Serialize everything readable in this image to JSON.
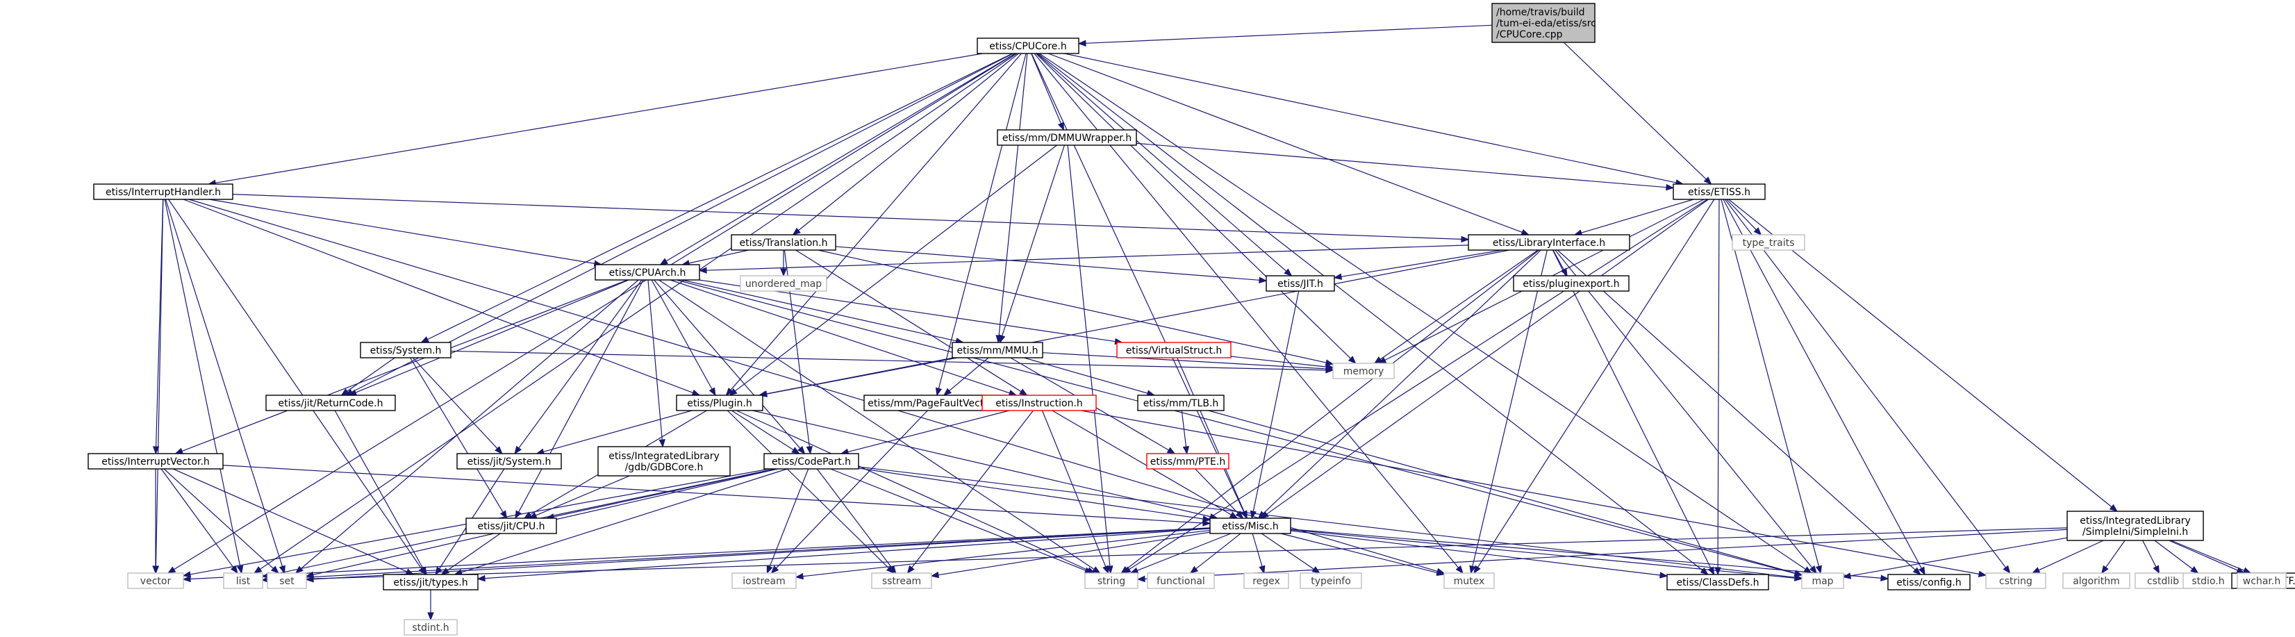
{
  "colors": {
    "edge": "#191970",
    "border_default": "#000000",
    "border_undocumented": "#ff0000",
    "border_system": "#bfbfbf",
    "fill_root": "#bfbfbf",
    "fill_default": "#ffffff",
    "text_default": "#000000",
    "text_system": "#404040"
  },
  "nodes": [
    {
      "id": "root",
      "lines": [
        "/home/travis/build",
        "/tum-ei-eda/etiss/src",
        "/CPUCore.cpp"
      ],
      "kind": "root"
    },
    {
      "id": "cpucore",
      "lines": [
        "etiss/CPUCore.h"
      ],
      "kind": "doc"
    },
    {
      "id": "dmmu",
      "lines": [
        "etiss/mm/DMMUWrapper.h"
      ],
      "kind": "doc"
    },
    {
      "id": "ih",
      "lines": [
        "etiss/InterruptHandler.h"
      ],
      "kind": "doc"
    },
    {
      "id": "etissh",
      "lines": [
        "etiss/ETISS.h"
      ],
      "kind": "doc"
    },
    {
      "id": "libif",
      "lines": [
        "etiss/LibraryInterface.h"
      ],
      "kind": "doc"
    },
    {
      "id": "typetraits",
      "lines": [
        "type_traits"
      ],
      "kind": "system"
    },
    {
      "id": "trans",
      "lines": [
        "etiss/Translation.h"
      ],
      "kind": "doc"
    },
    {
      "id": "unmap",
      "lines": [
        "unordered_map"
      ],
      "kind": "system"
    },
    {
      "id": "jit",
      "lines": [
        "etiss/JIT.h"
      ],
      "kind": "doc"
    },
    {
      "id": "pluginexport",
      "lines": [
        "etiss/pluginexport.h"
      ],
      "kind": "doc"
    },
    {
      "id": "cpuarch",
      "lines": [
        "etiss/CPUArch.h"
      ],
      "kind": "doc"
    },
    {
      "id": "system",
      "lines": [
        "etiss/System.h"
      ],
      "kind": "doc"
    },
    {
      "id": "mmu",
      "lines": [
        "etiss/mm/MMU.h"
      ],
      "kind": "doc"
    },
    {
      "id": "vstruct",
      "lines": [
        "etiss/VirtualStruct.h"
      ],
      "kind": "undoc"
    },
    {
      "id": "memory",
      "lines": [
        "memory"
      ],
      "kind": "system"
    },
    {
      "id": "retcode",
      "lines": [
        "etiss/jit/ReturnCode.h"
      ],
      "kind": "doc"
    },
    {
      "id": "plugin",
      "lines": [
        "etiss/Plugin.h"
      ],
      "kind": "doc"
    },
    {
      "id": "pfv",
      "lines": [
        "etiss/mm/PageFaultVector.h"
      ],
      "kind": "doc"
    },
    {
      "id": "instr",
      "lines": [
        "etiss/Instruction.h"
      ],
      "kind": "undoc"
    },
    {
      "id": "tlb",
      "lines": [
        "etiss/mm/TLB.h"
      ],
      "kind": "doc"
    },
    {
      "id": "iv",
      "lines": [
        "etiss/InterruptVector.h"
      ],
      "kind": "doc"
    },
    {
      "id": "jitsys",
      "lines": [
        "etiss/jit/System.h"
      ],
      "kind": "doc"
    },
    {
      "id": "gdbcore",
      "lines": [
        "etiss/IntegratedLibrary",
        "/gdb/GDBCore.h"
      ],
      "kind": "doc"
    },
    {
      "id": "codepart",
      "lines": [
        "etiss/CodePart.h"
      ],
      "kind": "doc"
    },
    {
      "id": "pte",
      "lines": [
        "etiss/mm/PTE.h"
      ],
      "kind": "undoc"
    },
    {
      "id": "jitcpu",
      "lines": [
        "etiss/jit/CPU.h"
      ],
      "kind": "doc"
    },
    {
      "id": "misc",
      "lines": [
        "etiss/Misc.h"
      ],
      "kind": "doc"
    },
    {
      "id": "simpleini",
      "lines": [
        "etiss/IntegratedLibrary",
        "/SimpleIni/SimpleIni.h"
      ],
      "kind": "doc"
    },
    {
      "id": "vector",
      "lines": [
        "vector"
      ],
      "kind": "system"
    },
    {
      "id": "list",
      "lines": [
        "list"
      ],
      "kind": "system"
    },
    {
      "id": "set",
      "lines": [
        "set"
      ],
      "kind": "system"
    },
    {
      "id": "jittypes",
      "lines": [
        "etiss/jit/types.h"
      ],
      "kind": "doc"
    },
    {
      "id": "iostream",
      "lines": [
        "iostream"
      ],
      "kind": "system"
    },
    {
      "id": "sstream",
      "lines": [
        "sstream"
      ],
      "kind": "system"
    },
    {
      "id": "string",
      "lines": [
        "string"
      ],
      "kind": "system"
    },
    {
      "id": "functional",
      "lines": [
        "functional"
      ],
      "kind": "system"
    },
    {
      "id": "regex",
      "lines": [
        "regex"
      ],
      "kind": "system"
    },
    {
      "id": "typeinfo",
      "lines": [
        "typeinfo"
      ],
      "kind": "system"
    },
    {
      "id": "mutex",
      "lines": [
        "mutex"
      ],
      "kind": "system"
    },
    {
      "id": "classdefs",
      "lines": [
        "etiss/ClassDefs.h"
      ],
      "kind": "doc"
    },
    {
      "id": "map",
      "lines": [
        "map"
      ],
      "kind": "system"
    },
    {
      "id": "config",
      "lines": [
        "etiss/config.h"
      ],
      "kind": "doc"
    },
    {
      "id": "cstring",
      "lines": [
        "cstring"
      ],
      "kind": "system"
    },
    {
      "id": "algorithm",
      "lines": [
        "algorithm"
      ],
      "kind": "system"
    },
    {
      "id": "cstdlib",
      "lines": [
        "cstdlib"
      ],
      "kind": "system"
    },
    {
      "id": "stdio",
      "lines": [
        "stdio.h"
      ],
      "kind": "system"
    },
    {
      "id": "convertutf",
      "lines": [
        "ConvertUTF.h"
      ],
      "kind": "doc"
    },
    {
      "id": "wchar",
      "lines": [
        "wchar.h"
      ],
      "kind": "system"
    },
    {
      "id": "stdint",
      "lines": [
        "stdint.h"
      ],
      "kind": "system"
    }
  ],
  "edges": [
    [
      "root",
      "cpucore"
    ],
    [
      "root",
      "etissh"
    ],
    [
      "cpucore",
      "dmmu"
    ],
    [
      "cpucore",
      "ih"
    ],
    [
      "cpucore",
      "etissh"
    ],
    [
      "cpucore",
      "libif"
    ],
    [
      "cpucore",
      "trans"
    ],
    [
      "cpucore",
      "jit"
    ],
    [
      "cpucore",
      "cpuarch"
    ],
    [
      "cpucore",
      "system"
    ],
    [
      "cpucore",
      "mmu"
    ],
    [
      "cpucore",
      "memory"
    ],
    [
      "cpucore",
      "retcode"
    ],
    [
      "cpucore",
      "plugin"
    ],
    [
      "cpucore",
      "pfv"
    ],
    [
      "cpucore",
      "misc"
    ],
    [
      "cpucore",
      "list"
    ],
    [
      "cpucore",
      "vector"
    ],
    [
      "cpucore",
      "mutex"
    ],
    [
      "cpucore",
      "classdefs"
    ],
    [
      "cpucore",
      "map"
    ],
    [
      "dmmu",
      "etissh"
    ],
    [
      "dmmu",
      "mmu"
    ],
    [
      "dmmu",
      "plugin"
    ],
    [
      "dmmu",
      "string"
    ],
    [
      "ih",
      "libif"
    ],
    [
      "ih",
      "cpuarch"
    ],
    [
      "ih",
      "iv"
    ],
    [
      "ih",
      "vector"
    ],
    [
      "ih",
      "list"
    ],
    [
      "ih",
      "set"
    ],
    [
      "ih",
      "jittypes"
    ],
    [
      "ih",
      "plugin"
    ],
    [
      "ih",
      "mutex"
    ],
    [
      "etissh",
      "libif"
    ],
    [
      "etissh",
      "typetraits"
    ],
    [
      "etissh",
      "misc"
    ],
    [
      "etissh",
      "memory"
    ],
    [
      "etissh",
      "simpleini"
    ],
    [
      "etissh",
      "mutex"
    ],
    [
      "etissh",
      "string"
    ],
    [
      "etissh",
      "map"
    ],
    [
      "etissh",
      "config"
    ],
    [
      "etissh",
      "cstring"
    ],
    [
      "etissh",
      "classdefs"
    ],
    [
      "libif",
      "cpuarch"
    ],
    [
      "libif",
      "jit"
    ],
    [
      "libif",
      "plugin"
    ],
    [
      "libif",
      "pluginexport"
    ],
    [
      "libif",
      "misc"
    ],
    [
      "libif",
      "memory"
    ],
    [
      "libif",
      "mutex"
    ],
    [
      "libif",
      "map"
    ],
    [
      "libif",
      "config"
    ],
    [
      "libif",
      "classdefs"
    ],
    [
      "libif",
      "string"
    ],
    [
      "trans",
      "cpuarch"
    ],
    [
      "trans",
      "unmap"
    ],
    [
      "trans",
      "jit"
    ],
    [
      "trans",
      "codepart"
    ],
    [
      "trans",
      "instr"
    ],
    [
      "trans",
      "memory"
    ],
    [
      "jit",
      "misc"
    ],
    [
      "cpuarch",
      "mmu"
    ],
    [
      "cpuarch",
      "vstruct"
    ],
    [
      "cpuarch",
      "instr"
    ],
    [
      "cpuarch",
      "plugin"
    ],
    [
      "cpuarch",
      "retcode"
    ],
    [
      "cpuarch",
      "iv"
    ],
    [
      "cpuarch",
      "jitsys"
    ],
    [
      "cpuarch",
      "gdbcore"
    ],
    [
      "cpuarch",
      "codepart"
    ],
    [
      "cpuarch",
      "jitcpu"
    ],
    [
      "cpuarch",
      "set"
    ],
    [
      "cpuarch",
      "string"
    ],
    [
      "cpuarch",
      "map"
    ],
    [
      "system",
      "retcode"
    ],
    [
      "system",
      "jitsys"
    ],
    [
      "system",
      "jitcpu"
    ],
    [
      "system",
      "memory"
    ],
    [
      "mmu",
      "plugin"
    ],
    [
      "mmu",
      "pfv"
    ],
    [
      "mmu",
      "tlb"
    ],
    [
      "mmu",
      "pte"
    ],
    [
      "mmu",
      "memory"
    ],
    [
      "vstruct",
      "misc"
    ],
    [
      "vstruct",
      "memory"
    ],
    [
      "retcode",
      "jittypes"
    ],
    [
      "plugin",
      "codepart"
    ],
    [
      "plugin",
      "jitsys"
    ],
    [
      "plugin",
      "jitcpu"
    ],
    [
      "plugin",
      "string"
    ],
    [
      "plugin",
      "sstream"
    ],
    [
      "plugin",
      "misc"
    ],
    [
      "pfv",
      "iostream"
    ],
    [
      "instr",
      "codepart"
    ],
    [
      "instr",
      "misc"
    ],
    [
      "instr",
      "string"
    ],
    [
      "instr",
      "sstream"
    ],
    [
      "instr",
      "cstring"
    ],
    [
      "tlb",
      "pte"
    ],
    [
      "tlb",
      "map"
    ],
    [
      "pte",
      "misc"
    ],
    [
      "iv",
      "misc"
    ],
    [
      "iv",
      "vector"
    ],
    [
      "iv",
      "list"
    ],
    [
      "iv",
      "set"
    ],
    [
      "iv",
      "jittypes"
    ],
    [
      "jitsys",
      "jittypes"
    ],
    [
      "gdbcore",
      "jitcpu"
    ],
    [
      "codepart",
      "misc"
    ],
    [
      "codepart",
      "jitcpu"
    ],
    [
      "codepart",
      "jittypes"
    ],
    [
      "codepart",
      "list"
    ],
    [
      "codepart",
      "set"
    ],
    [
      "codepart",
      "vector"
    ],
    [
      "codepart",
      "iostream"
    ],
    [
      "codepart",
      "sstream"
    ],
    [
      "codepart",
      "string"
    ],
    [
      "codepart",
      "map"
    ],
    [
      "jitcpu",
      "jittypes"
    ],
    [
      "misc",
      "vector"
    ],
    [
      "misc",
      "list"
    ],
    [
      "misc",
      "set"
    ],
    [
      "misc",
      "jittypes"
    ],
    [
      "misc",
      "iostream"
    ],
    [
      "misc",
      "sstream"
    ],
    [
      "misc",
      "string"
    ],
    [
      "misc",
      "functional"
    ],
    [
      "misc",
      "regex"
    ],
    [
      "misc",
      "typeinfo"
    ],
    [
      "misc",
      "mutex"
    ],
    [
      "misc",
      "classdefs"
    ],
    [
      "misc",
      "map"
    ],
    [
      "misc",
      "config"
    ],
    [
      "simpleini",
      "convertutf"
    ],
    [
      "simpleini",
      "string"
    ],
    [
      "simpleini",
      "map"
    ],
    [
      "simpleini",
      "list"
    ],
    [
      "simpleini",
      "algorithm"
    ],
    [
      "simpleini",
      "cstring"
    ],
    [
      "simpleini",
      "cstdlib"
    ],
    [
      "simpleini",
      "stdio"
    ],
    [
      "simpleini",
      "wchar"
    ],
    [
      "jittypes",
      "stdint"
    ]
  ]
}
